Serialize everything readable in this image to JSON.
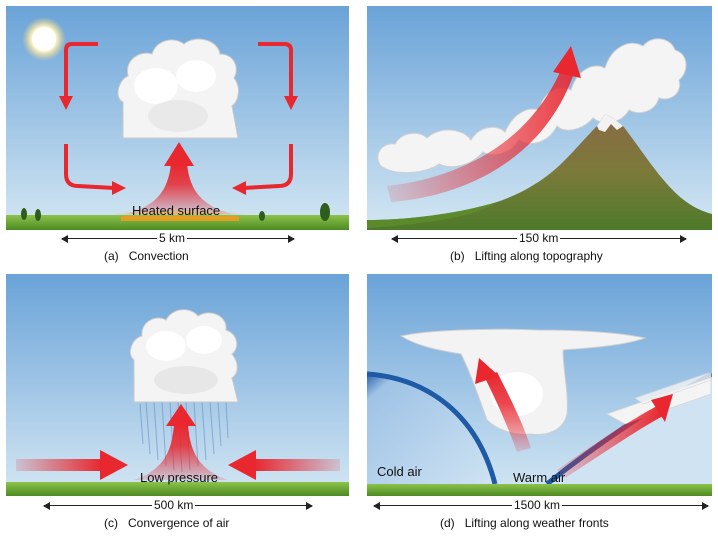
{
  "panel_a": {
    "inner_label": "Heated surface",
    "scale": "5 km",
    "caption_letter": "(a)",
    "caption_text": "Convection"
  },
  "panel_b": {
    "scale": "150 km",
    "caption_letter": "(b)",
    "caption_text": "Lifting along topography"
  },
  "panel_c": {
    "inner_label": "Low pressure",
    "scale": "500 km",
    "caption_letter": "(c)",
    "caption_text": "Convergence of air"
  },
  "panel_d": {
    "cold_label": "Cold air",
    "warm_label": "Warm air",
    "scale": "1500 km",
    "caption_letter": "(d)",
    "caption_text": "Lifting along weather fronts"
  },
  "colors": {
    "sky_top": "#6aa3d8",
    "sky_bottom": "#d2e6f3",
    "arrow_red": "#e8272f",
    "ground_green": "#5f9b2c",
    "front_blue": "#1f5aa6",
    "heated_orange": "#f39a1e"
  }
}
